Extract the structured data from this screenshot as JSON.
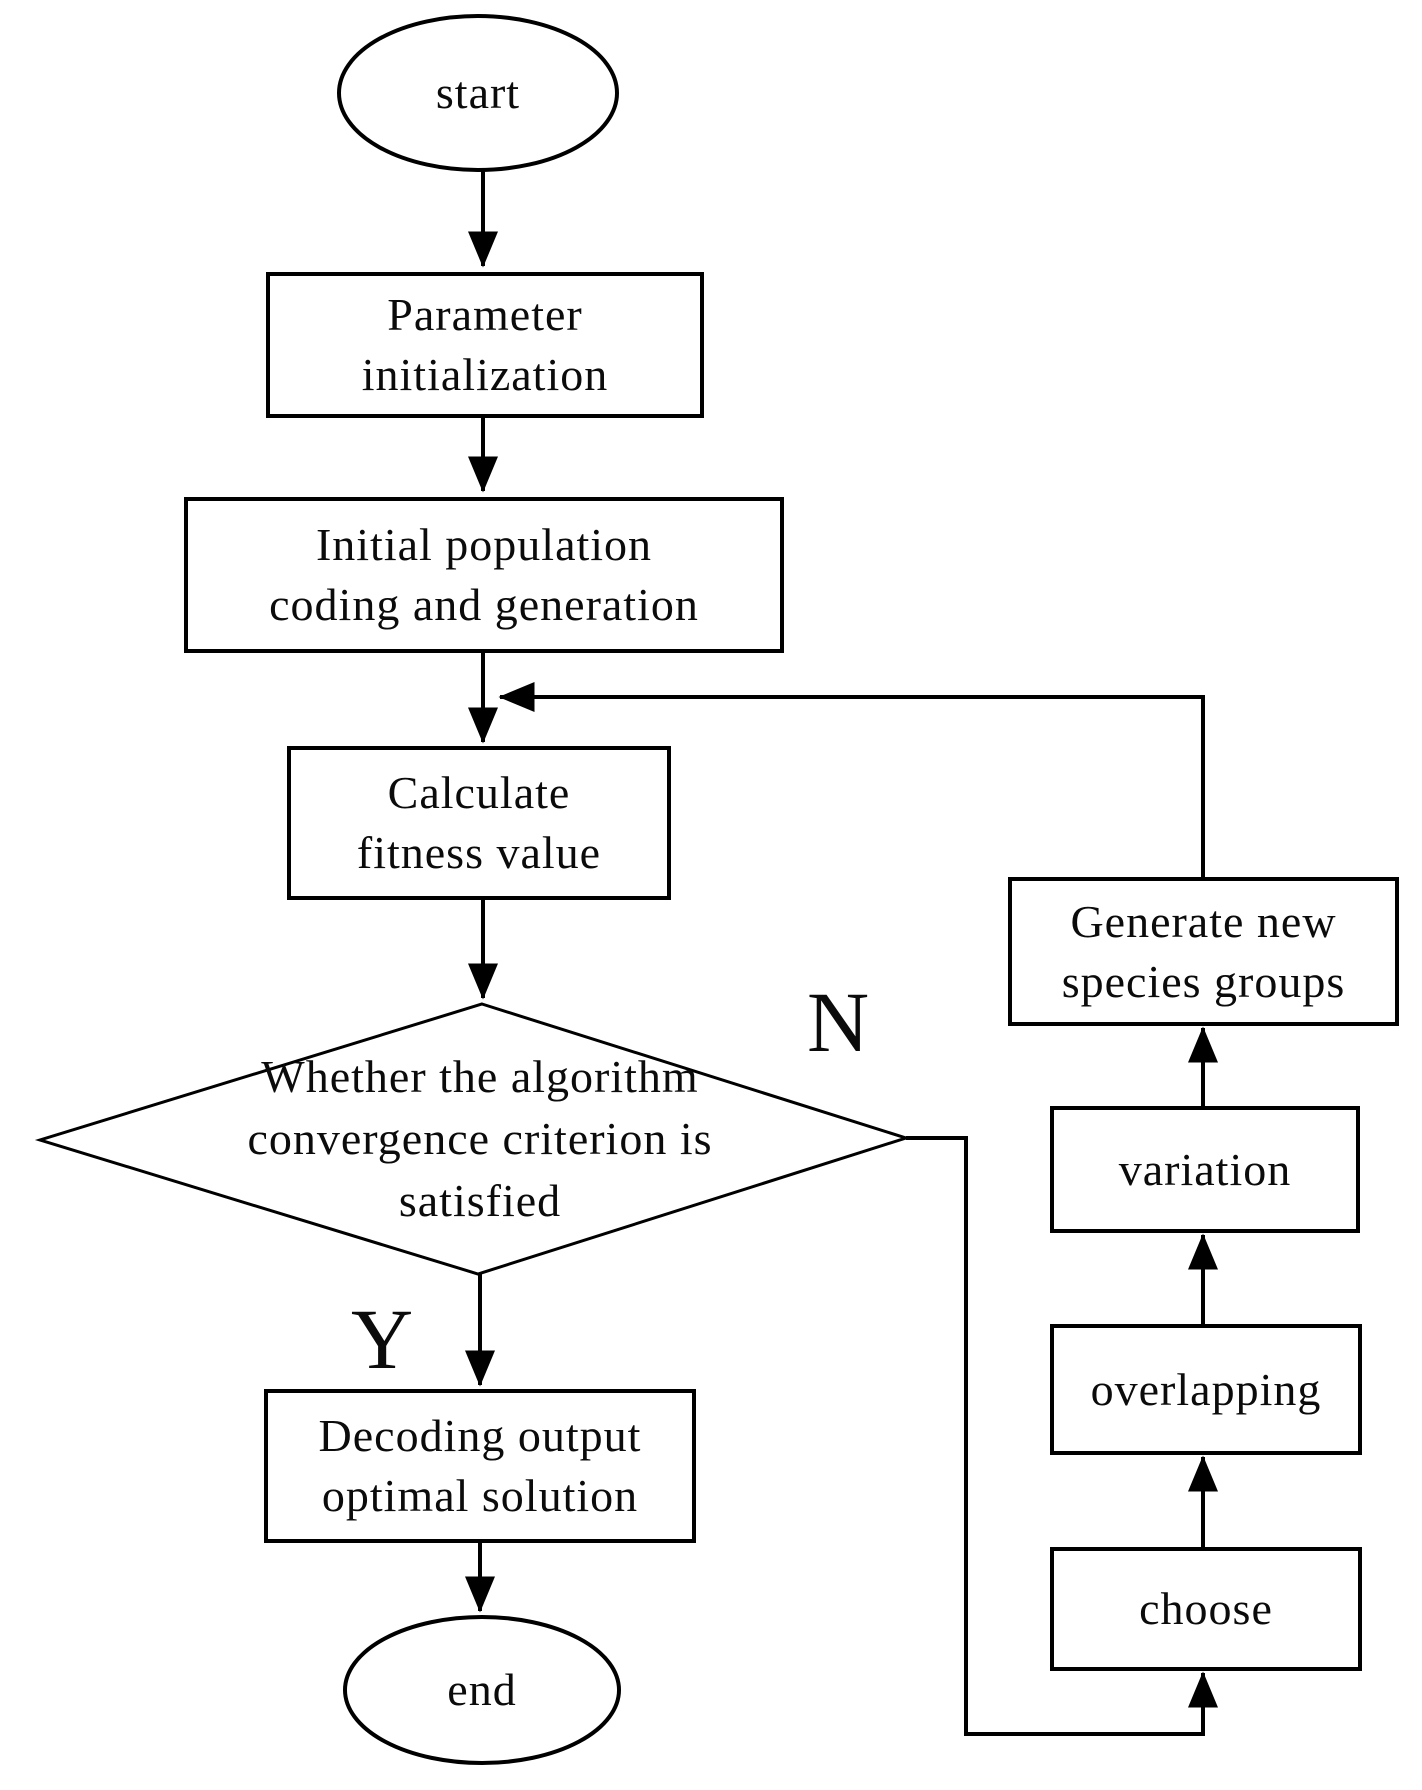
{
  "figure": {
    "type": "flowchart",
    "colors": {
      "stroke": "#000000",
      "shape_fill": "#ffffff",
      "text": "#0b0b0b",
      "background": "#ffffff"
    }
  },
  "nodes": {
    "start": {
      "label": "start"
    },
    "parameter_initialization": {
      "lines": [
        "Parameter",
        "initialization"
      ]
    },
    "initial_population": {
      "lines": [
        "Initial population",
        "coding and generation"
      ]
    },
    "calculate_fitness": {
      "lines": [
        "Calculate",
        "fitness value"
      ]
    },
    "convergence_check": {
      "lines": [
        "Whether the algorithm",
        "convergence criterion is",
        "satisfied"
      ]
    },
    "decoding_output": {
      "lines": [
        "Decoding output",
        "optimal solution"
      ]
    },
    "end": {
      "label": "end"
    },
    "generate_new_species": {
      "lines": [
        "Generate new",
        "species groups"
      ]
    },
    "variation": {
      "label": "variation"
    },
    "overlapping": {
      "label": "overlapping"
    },
    "choose": {
      "label": "choose"
    }
  },
  "branch_labels": {
    "no": "N",
    "yes": "Y"
  }
}
